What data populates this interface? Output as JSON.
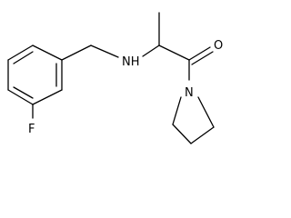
{
  "structure": {
    "atom_labels": {
      "fluorine": "F",
      "amine": "NH",
      "oxygen": "O",
      "ring_nitrogen": "N"
    },
    "fragments": [
      "3-fluorobenzyl",
      "secondary-amine",
      "propanoyl",
      "pyrrolidine"
    ]
  }
}
